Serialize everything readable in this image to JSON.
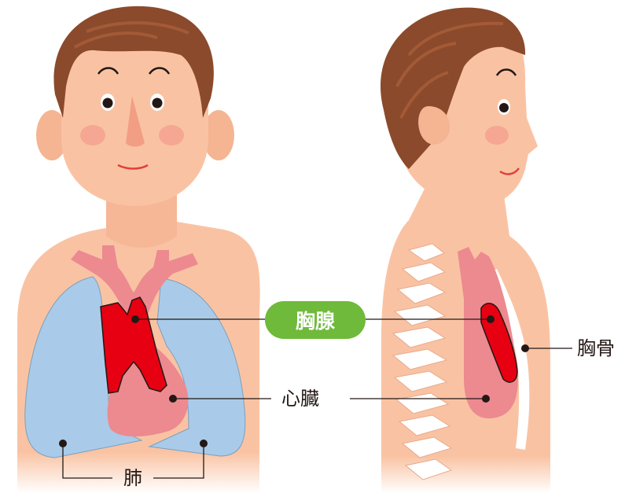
{
  "labels": {
    "thymus": "胸腺",
    "sternum": "胸骨",
    "heart": "心臓",
    "lungs": "肺"
  },
  "colors": {
    "skin": "#f9c3a3",
    "hair": "#8b4a2b",
    "lung": "#a9cbe9",
    "heart": "#ec8a90",
    "thymus": "#e60012",
    "label_pill": "#6fba3a"
  }
}
